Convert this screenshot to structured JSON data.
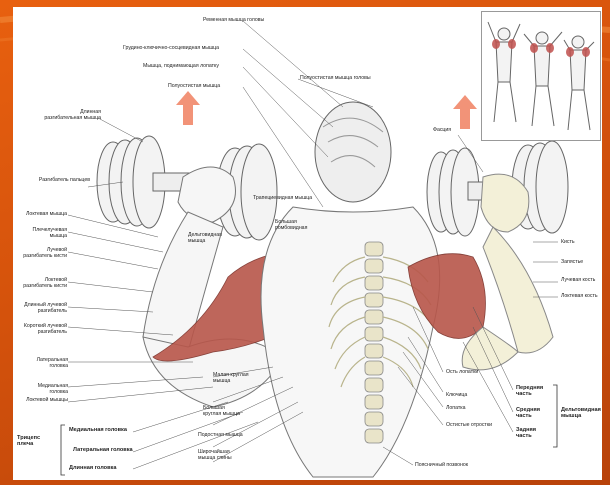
{
  "colors": {
    "background": "#d4520c",
    "muscle_red": "#b8564a",
    "arrow": "#f08060"
  },
  "labels": {
    "top_center_1": "Ременная мышца головы",
    "top_center_2": "Грудино-ключично-сосцевидная мышца",
    "top_center_3": "Мышца, поднимающая лопатку",
    "top_center_4": "Полуостистая мышца",
    "top_right_1": "Полуостистая мышца головы",
    "left_1": "Длинная разгибательная мышца",
    "left_2": "Разгибатель пальцев",
    "left_3": "Локтевая мышца",
    "left_4": "Плечелучевая мышца",
    "left_5": "Лучевой разгибатель кисти",
    "left_6": "Локтевой разгибатель кисти",
    "left_7": "Длинный лучевой разгибатель",
    "left_8": "Короткий лучевой разгибатель",
    "left_9": "Латеральная головка",
    "left_10": "Медиальная головка",
    "left_11": "Локтевой мышцы",
    "bottom_left_1": "Трицепс плеча",
    "bottom_left_2": "Медиальная головка",
    "bottom_left_3": "Латеральная головка",
    "bottom_left_4": "Длинная головка",
    "center_1": "Трапециевидная мышца",
    "center_2": "Дельтовидная мышца",
    "center_3": "Малая круглая мышца",
    "center_4": "Большая круглая мышца",
    "center_5": "Подостная мышца",
    "center_6": "Широчайшая мышца спины",
    "center_7": "Большая ромбовидная",
    "right_1": "Фасция",
    "right_2": "Кисть",
    "right_3": "Запястье",
    "right_4": "Лучевая кость",
    "right_5": "Локтевая кость",
    "right_mid_1": "Ость лопатки",
    "right_mid_2": "Ключица",
    "right_mid_3": "Лопатка",
    "right_mid_4": "Остистые отростки",
    "bottom_right_1": "Передняя часть",
    "bottom_right_2": "Средняя часть",
    "bottom_right_3": "Задняя часть",
    "bottom_right_4": "Дельтовидная мышца",
    "bottom_center": "Поясничный позвонок"
  }
}
